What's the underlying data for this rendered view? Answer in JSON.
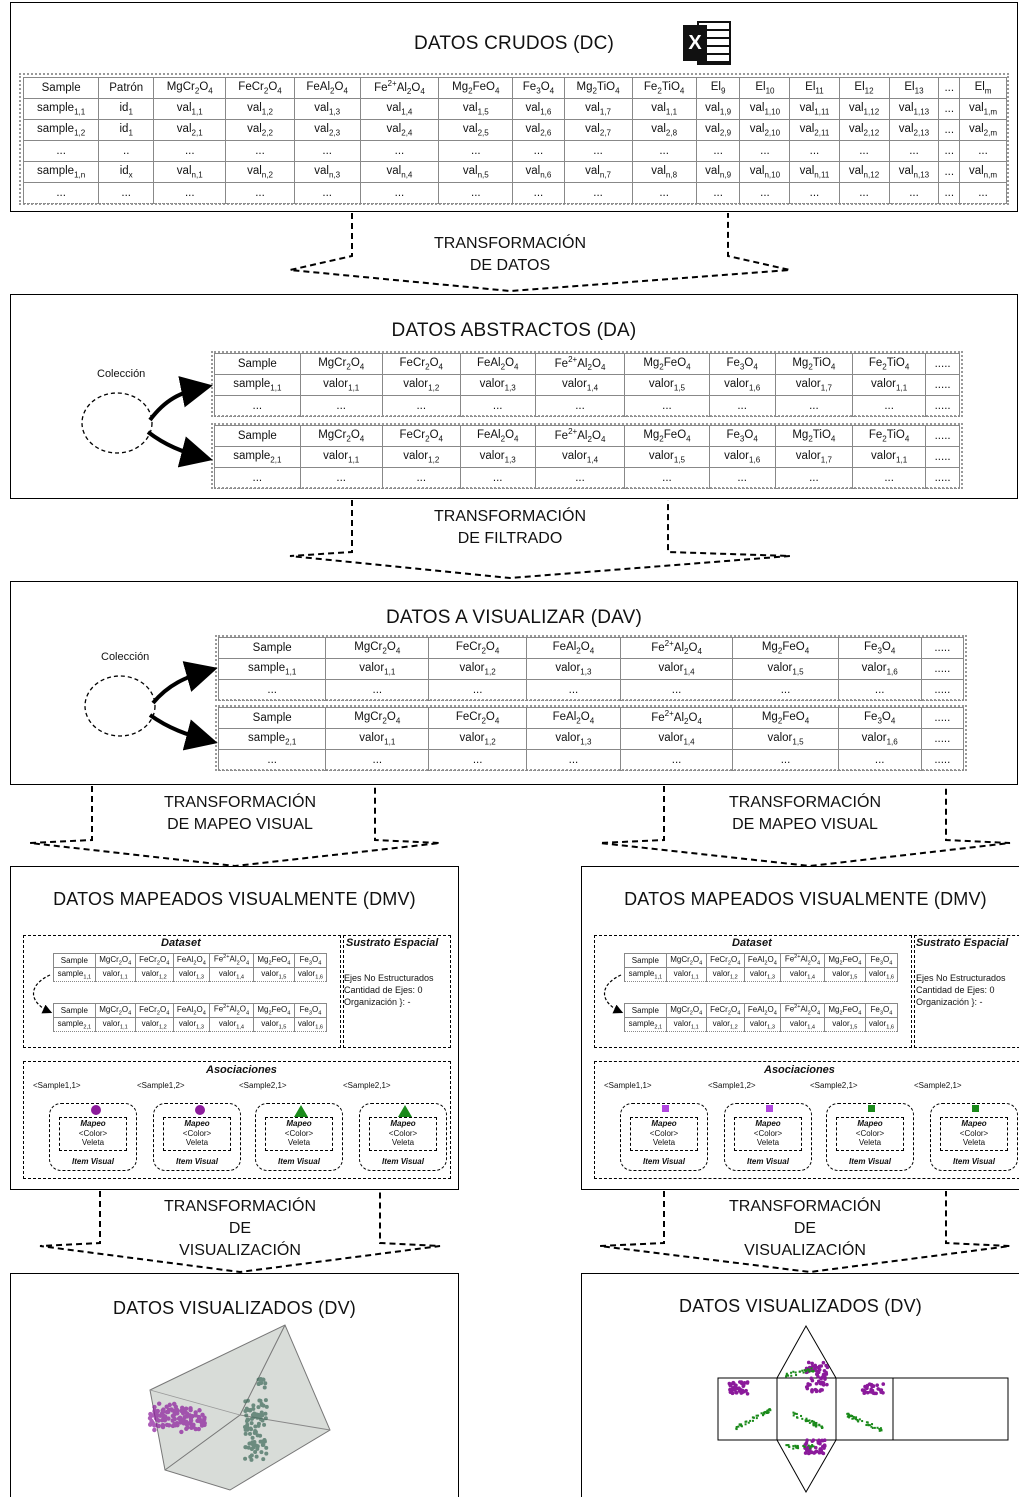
{
  "dc": {
    "title": "DATOS CRUDOS (DC)",
    "header": [
      "Sample",
      "Patrón",
      "MgCr<sub>2</sub>O<sub>4</sub>",
      "FeCr<sub>2</sub>O<sub>4</sub>",
      "FeAl<sub>2</sub>O<sub>4</sub>",
      "Fe<sup>2+</sup>Al<sub>2</sub>O<sub>4</sub>",
      "Mg<sub>2</sub>FeO<sub>4</sub>",
      "Fe<sub>3</sub>O<sub>4</sub>",
      "Mg<sub>2</sub>TiO<sub>4</sub>",
      "Fe<sub>2</sub>TiO<sub>4</sub>",
      "El<sub>9</sub>",
      "El<sub>10</sub>",
      "El<sub>11</sub>",
      "El<sub>12</sub>",
      "El<sub>13</sub>",
      "...",
      "El<sub>m</sub>"
    ],
    "rows": [
      [
        "sample<sub>1,1</sub>",
        "id<sub>1</sub>",
        "val<sub>1,1</sub>",
        "val<sub>1,2</sub>",
        "val<sub>1,3</sub>",
        "val<sub>1,4</sub>",
        "val<sub>1,5</sub>",
        "val<sub>1,6</sub>",
        "val<sub>1,7</sub>",
        "val<sub>1,1</sub>",
        "val<sub>1,9</sub>",
        "val<sub>1,10</sub>",
        "val<sub>1,11</sub>",
        "val<sub>1,12</sub>",
        "val<sub>1,13</sub>",
        "...",
        "val<sub>1,m</sub>"
      ],
      [
        "sample<sub>1,2</sub>",
        "id<sub>1</sub>",
        "val<sub>2,1</sub>",
        "val<sub>2,2</sub>",
        "val<sub>2,3</sub>",
        "val<sub>2,4</sub>",
        "val<sub>2,5</sub>",
        "val<sub>2,6</sub>",
        "val<sub>2,7</sub>",
        "val<sub>2,8</sub>",
        "val<sub>2,9</sub>",
        "val<sub>2,10</sub>",
        "val<sub>2,11</sub>",
        "val<sub>2,12</sub>",
        "val<sub>2,13</sub>",
        "...",
        "val<sub>2,m</sub>"
      ],
      [
        "...",
        "..",
        "...",
        "...",
        "...",
        "...",
        "...",
        "...",
        "...",
        "...",
        "...",
        "...",
        "...",
        "...",
        "...",
        "...",
        "..."
      ],
      [
        "sample<sub>1,n</sub>",
        "id<sub>x</sub>",
        "val<sub>n,1</sub>",
        "val<sub>n,2</sub>",
        "val<sub>n,3</sub>",
        "val<sub>n,4</sub>",
        "val<sub>n,5</sub>",
        "val<sub>n,6</sub>",
        "val<sub>n,7</sub>",
        "val<sub>n,8</sub>",
        "val<sub>n,9</sub>",
        "val<sub>n,10</sub>",
        "val<sub>n,11</sub>",
        "val<sub>n,12</sub>",
        "val<sub>n,13</sub>",
        "...",
        "val<sub>n,m</sub>"
      ],
      [
        "...",
        "...",
        "...",
        "...",
        "...",
        "...",
        "...",
        "...",
        "...",
        "...",
        "...",
        "...",
        "...",
        "...",
        "...",
        "...",
        "..."
      ]
    ]
  },
  "t1": {
    "l1": "TRANSFORMACIÓN",
    "l2": "DE DATOS"
  },
  "da": {
    "title": "DATOS ABSTRACTOS (DA)",
    "coleccion": "Colección",
    "header": [
      "Sample",
      "MgCr<sub>2</sub>O<sub>4</sub>",
      "FeCr<sub>2</sub>O<sub>4</sub>",
      "FeAl<sub>2</sub>O<sub>4</sub>",
      "Fe<sup>2+</sup>Al<sub>2</sub>O<sub>4</sub>",
      "Mg<sub>2</sub>FeO<sub>4</sub>",
      "Fe<sub>3</sub>O<sub>4</sub>",
      "Mg<sub>2</sub>TiO<sub>4</sub>",
      "Fe<sub>2</sub>TiO<sub>4</sub>",
      "....."
    ],
    "row1": [
      "sample<sub>1,1</sub>",
      "valor<sub>1,1</sub>",
      "valor<sub>1,2</sub>",
      "valor<sub>1,3</sub>",
      "valor<sub>1,4</sub>",
      "valor<sub>1,5</sub>",
      "valor<sub>1,6</sub>",
      "valor<sub>1,7</sub>",
      "valor<sub>1,1</sub>",
      "....."
    ],
    "row2": [
      "sample<sub>2,1</sub>",
      "valor<sub>1,1</sub>",
      "valor<sub>1,2</sub>",
      "valor<sub>1,3</sub>",
      "valor<sub>1,4</sub>",
      "valor<sub>1,5</sub>",
      "valor<sub>1,6</sub>",
      "valor<sub>1,7</sub>",
      "valor<sub>1,1</sub>",
      "....."
    ],
    "dots": [
      "...",
      "...",
      "...",
      "...",
      "...",
      "...",
      "...",
      "...",
      "...",
      "....."
    ]
  },
  "t2": {
    "l1": "TRANSFORMACIÓN",
    "l2": "DE FILTRADO"
  },
  "dav": {
    "title": "DATOS A VISUALIZAR (DAV)",
    "coleccion": "Colección",
    "header": [
      "Sample",
      "MgCr<sub>2</sub>O<sub>4</sub>",
      "FeCr<sub>2</sub>O<sub>4</sub>",
      "FeAl<sub>2</sub>O<sub>4</sub>",
      "Fe<sup>2+</sup>Al<sub>2</sub>O<sub>4</sub>",
      "Mg<sub>2</sub>FeO<sub>4</sub>",
      "Fe<sub>3</sub>O<sub>4</sub>",
      "....."
    ],
    "row1": [
      "sample<sub>1,1</sub>",
      "valor<sub>1,1</sub>",
      "valor<sub>1,2</sub>",
      "valor<sub>1,3</sub>",
      "valor<sub>1,4</sub>",
      "valor<sub>1,5</sub>",
      "valor<sub>1,6</sub>",
      "....."
    ],
    "row2": [
      "sample<sub>2,1</sub>",
      "valor<sub>1,1</sub>",
      "valor<sub>1,2</sub>",
      "valor<sub>1,3</sub>",
      "valor<sub>1,4</sub>",
      "valor<sub>1,5</sub>",
      "valor<sub>1,6</sub>",
      "....."
    ],
    "dots": [
      "...",
      "...",
      "...",
      "...",
      "...",
      "...",
      "...",
      "....."
    ]
  },
  "t3": {
    "l1": "TRANSFORMACIÓN",
    "l2": "DE MAPEO VISUAL"
  },
  "dmv": {
    "title": "DATOS MAPEADOS VISUALMENTE (DMV)",
    "dataset": "Dataset",
    "sustrato": "Sustrato Espacial",
    "sustrato_lines": [
      "Ejes No Estructurados",
      "Cantidad de Ejes: 0",
      "Organización }: -"
    ],
    "asociaciones": "Asociaciones",
    "mapeo": "Mapeo",
    "color": "<Color>",
    "veleta": "Veleta",
    "item": "Item Visual",
    "samples": [
      "<Sample1,1>",
      "<Sample1,2>",
      "<Sample2,1>",
      "<Sample2,1>"
    ],
    "header": [
      "Sample",
      "MgCr<sub>2</sub>O<sub>4</sub>",
      "FeCr<sub>2</sub>O<sub>4</sub>",
      "FeAl<sub>2</sub>O<sub>4</sub>",
      "Fe<sup>2+</sup>Al<sub>2</sub>O<sub>4</sub>",
      "Mg<sub>2</sub>FeO<sub>4</sub>",
      "Fe<sub>3</sub>O<sub>4</sub>"
    ],
    "row1": [
      "sample<sub>1,1</sub>",
      "valor<sub>1,1</sub>",
      "valor<sub>1,2</sub>",
      "valor<sub>1,3</sub>",
      "valor<sub>1,4</sub>",
      "valor<sub>1,5</sub>",
      "valor<sub>1,6</sub>"
    ],
    "row2": [
      "sample<sub>2,1</sub>",
      "valor<sub>1,1</sub>",
      "valor<sub>1,2</sub>",
      "valor<sub>1,3</sub>",
      "valor<sub>1,4</sub>",
      "valor<sub>1,5</sub>",
      "valor<sub>1,6</sub>"
    ]
  },
  "t4": {
    "l1": "TRANSFORMACIÓN",
    "l2": "DE",
    "l3": "VISUALIZACIÓN"
  },
  "dv": {
    "title": "DATOS VISUALIZADOS (DV)"
  },
  "excel_letter": "X",
  "colors": {
    "purple": "#8b1a9b",
    "green": "#1a8a1a",
    "gray": "#d8dcd8"
  }
}
